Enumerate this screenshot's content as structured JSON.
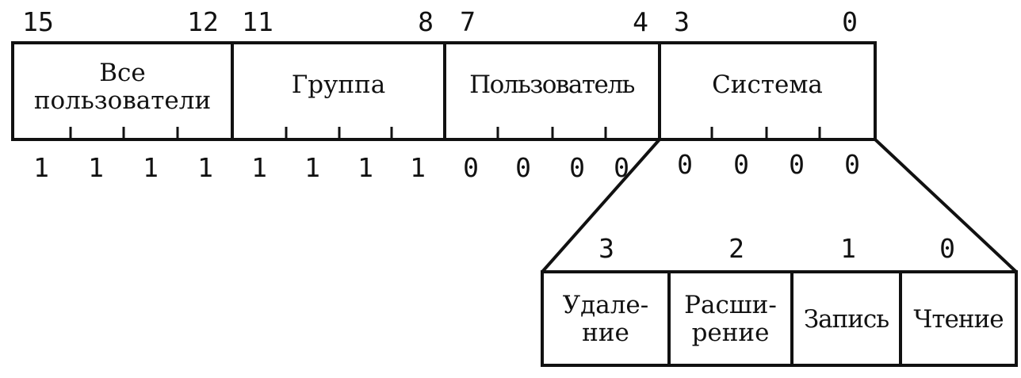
{
  "top_bit_numbers": [
    "15",
    "12",
    "11",
    "8",
    "7",
    "4",
    "3",
    "0"
  ],
  "fields": [
    {
      "name": "Все\nпользователи"
    },
    {
      "name": "Группа"
    },
    {
      "name": "Пользователь"
    },
    {
      "name": "Система"
    }
  ],
  "bit_values": [
    "1",
    "1",
    "1",
    "1",
    "1",
    "1",
    "1",
    "1",
    "0",
    "0",
    "0",
    "0",
    "0",
    "0",
    "0",
    "0"
  ],
  "detail_bit_numbers": [
    "3",
    "2",
    "1",
    "0"
  ],
  "detail_fields": [
    {
      "name": "Удале-\nние"
    },
    {
      "name": "Расши-\nрение"
    },
    {
      "name": "Запись"
    },
    {
      "name": "Чтение"
    }
  ]
}
